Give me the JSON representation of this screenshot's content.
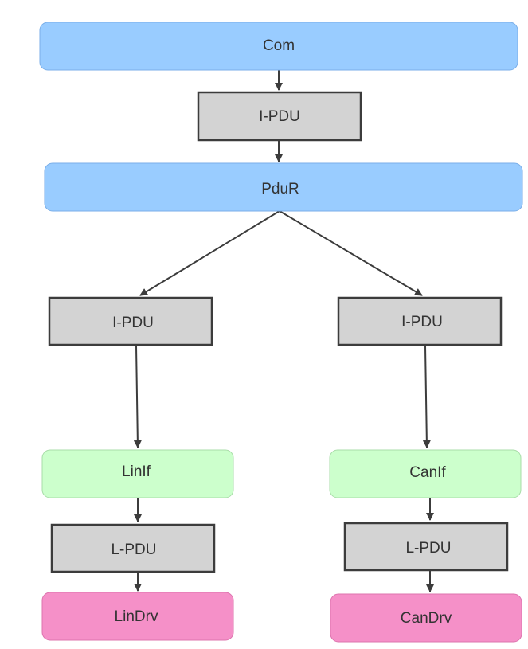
{
  "nodes": {
    "com": {
      "label": "Com"
    },
    "ipdu_top": {
      "label": "I-PDU"
    },
    "pdur": {
      "label": "PduR"
    },
    "ipdu_left": {
      "label": "I-PDU"
    },
    "ipdu_right": {
      "label": "I-PDU"
    },
    "linif": {
      "label": "LinIf"
    },
    "canif": {
      "label": "CanIf"
    },
    "lpdu_left": {
      "label": "L-PDU"
    },
    "lpdu_right": {
      "label": "L-PDU"
    },
    "lindrv": {
      "label": "LinDrv"
    },
    "candrv": {
      "label": "CanDrv"
    }
  },
  "colors": {
    "module_blue": "#99ccff",
    "pdu_gray": "#d3d3d3",
    "interface_green": "#ccffcc",
    "driver_pink": "#f590c8",
    "edge": "#3c3c3c"
  }
}
